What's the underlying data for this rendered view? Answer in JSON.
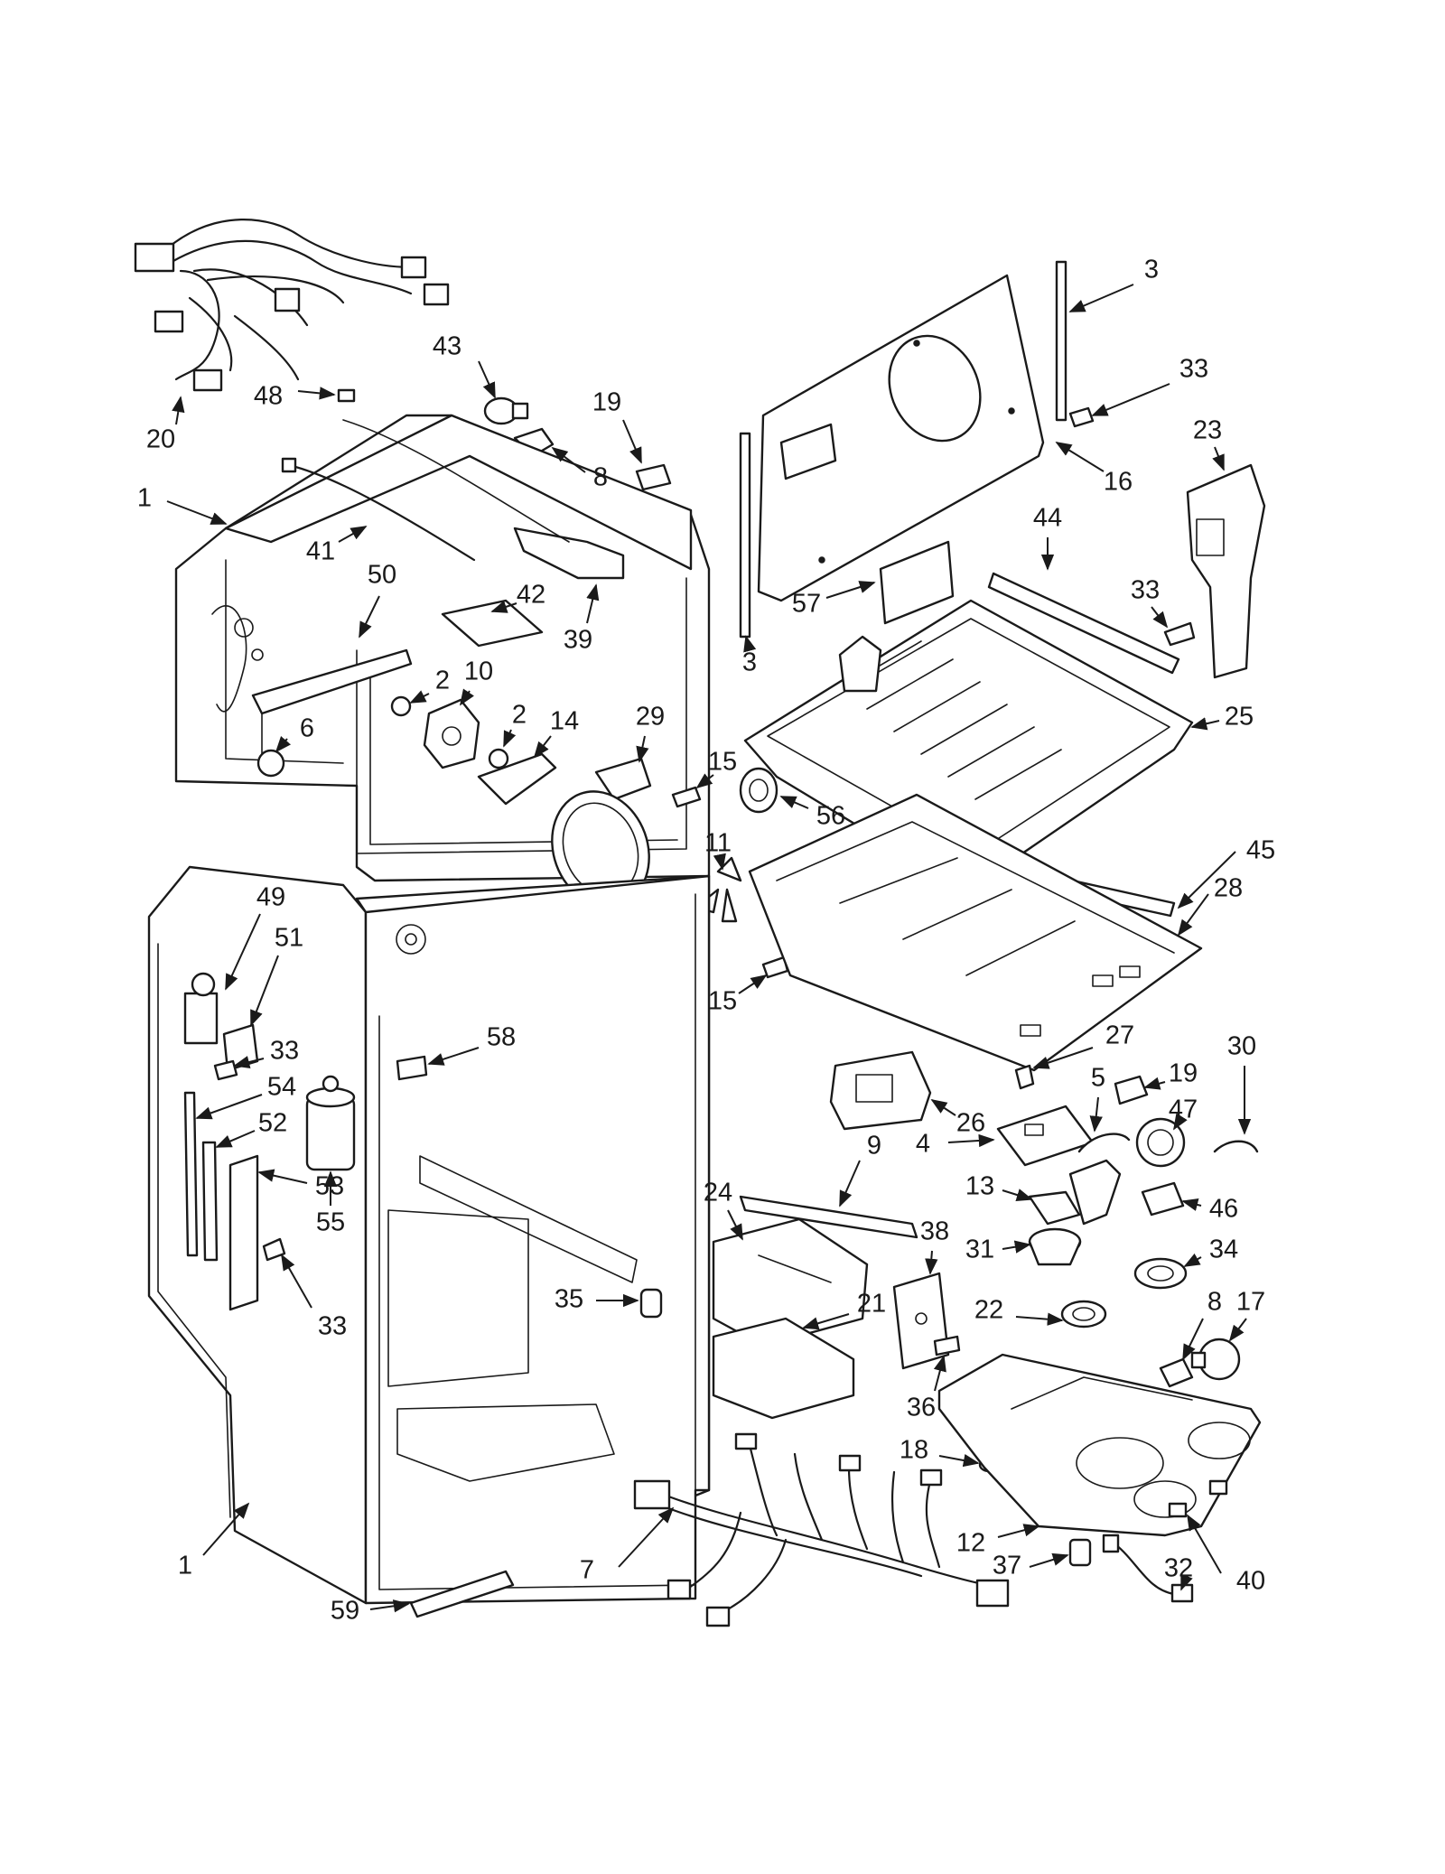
{
  "diagram": {
    "labels": [
      {
        "id": "20",
        "text": "20"
      },
      {
        "id": "48",
        "text": "48"
      },
      {
        "id": "43",
        "text": "43"
      },
      {
        "id": "19a",
        "text": "19"
      },
      {
        "id": "8a",
        "text": "8"
      },
      {
        "id": "1a",
        "text": "1"
      },
      {
        "id": "41",
        "text": "41"
      },
      {
        "id": "42",
        "text": "42"
      },
      {
        "id": "39",
        "text": "39"
      },
      {
        "id": "50",
        "text": "50"
      },
      {
        "id": "2a",
        "text": "2"
      },
      {
        "id": "10",
        "text": "10"
      },
      {
        "id": "6",
        "text": "6"
      },
      {
        "id": "2b",
        "text": "2"
      },
      {
        "id": "14",
        "text": "14"
      },
      {
        "id": "29",
        "text": "29"
      },
      {
        "id": "15a",
        "text": "15"
      },
      {
        "id": "11",
        "text": "11"
      },
      {
        "id": "15b",
        "text": "15"
      },
      {
        "id": "49",
        "text": "49"
      },
      {
        "id": "51",
        "text": "51"
      },
      {
        "id": "33a",
        "text": "33"
      },
      {
        "id": "58",
        "text": "58"
      },
      {
        "id": "54",
        "text": "54"
      },
      {
        "id": "52",
        "text": "52"
      },
      {
        "id": "55",
        "text": "55"
      },
      {
        "id": "53",
        "text": "53"
      },
      {
        "id": "33b",
        "text": "33"
      },
      {
        "id": "35",
        "text": "35"
      },
      {
        "id": "1b",
        "text": "1"
      },
      {
        "id": "59",
        "text": "59"
      },
      {
        "id": "3a",
        "text": "3"
      },
      {
        "id": "33c",
        "text": "33"
      },
      {
        "id": "23",
        "text": "23"
      },
      {
        "id": "16",
        "text": "16"
      },
      {
        "id": "44",
        "text": "44"
      },
      {
        "id": "33d",
        "text": "33"
      },
      {
        "id": "57",
        "text": "57"
      },
      {
        "id": "3b",
        "text": "3"
      },
      {
        "id": "25",
        "text": "25"
      },
      {
        "id": "56",
        "text": "56"
      },
      {
        "id": "45",
        "text": "45"
      },
      {
        "id": "28",
        "text": "28"
      },
      {
        "id": "27",
        "text": "27"
      },
      {
        "id": "30",
        "text": "30"
      },
      {
        "id": "19b",
        "text": "19"
      },
      {
        "id": "5",
        "text": "5"
      },
      {
        "id": "26",
        "text": "26"
      },
      {
        "id": "47",
        "text": "47"
      },
      {
        "id": "4",
        "text": "4"
      },
      {
        "id": "9",
        "text": "9"
      },
      {
        "id": "24",
        "text": "24"
      },
      {
        "id": "38",
        "text": "38"
      },
      {
        "id": "13",
        "text": "13"
      },
      {
        "id": "46",
        "text": "46"
      },
      {
        "id": "31",
        "text": "31"
      },
      {
        "id": "34",
        "text": "34"
      },
      {
        "id": "21",
        "text": "21"
      },
      {
        "id": "22",
        "text": "22"
      },
      {
        "id": "8b",
        "text": "8"
      },
      {
        "id": "17",
        "text": "17"
      },
      {
        "id": "36",
        "text": "36"
      },
      {
        "id": "18",
        "text": "18"
      },
      {
        "id": "12",
        "text": "12"
      },
      {
        "id": "7",
        "text": "7"
      },
      {
        "id": "40",
        "text": "40"
      },
      {
        "id": "37",
        "text": "37"
      },
      {
        "id": "32",
        "text": "32"
      }
    ]
  }
}
